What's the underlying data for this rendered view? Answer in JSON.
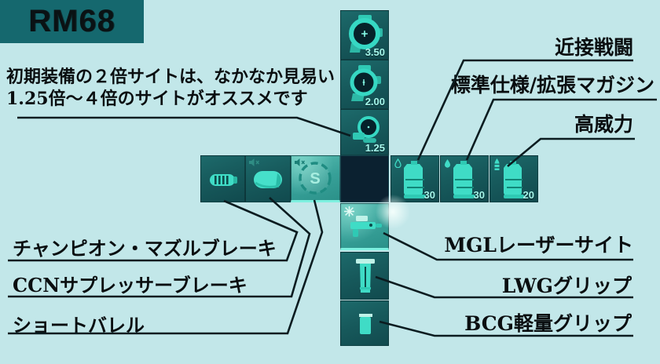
{
  "header": {
    "weapon_name": "RM68"
  },
  "note": {
    "line1": "初期装備の２倍サイトは、なかなか見易い",
    "line2": "1.25倍～４倍のサイトがオススメです"
  },
  "callouts": {
    "close_combat": "近接戦闘",
    "standard_extended_mag": "標準仕様/拡張マガジン",
    "high_power": "高威力",
    "mgl_laser_sight": "MGLレーザーサイト",
    "lwg_grip": "LWGグリップ",
    "bcg_light_grip": "BCG軽量グリップ",
    "champion_muzzle_brake": "チャンピオン・マズルブレーキ",
    "ccn_suppressor_brake": "CCNサプレッサーブレーキ",
    "short_barrel": "ショートバレル"
  },
  "attachment_grid": {
    "scopes": [
      {
        "zoom": "3.50"
      },
      {
        "zoom": "2.00"
      },
      {
        "zoom": "1.25"
      }
    ],
    "magazines": [
      {
        "capacity": "30"
      },
      {
        "capacity": "30"
      },
      {
        "capacity": "20"
      }
    ],
    "barrel_slot_letter": "S"
  },
  "colors": {
    "background": "#c2e7e9",
    "header_panel": "#15686e",
    "tile_dark": "#175a5c",
    "tile_highlight": "#3aa89e",
    "icon_accent": "#3fdcc6",
    "tile_label": "#a5f6ea",
    "callout_line": "#0b1c20",
    "center_slot": "#0b2130"
  }
}
